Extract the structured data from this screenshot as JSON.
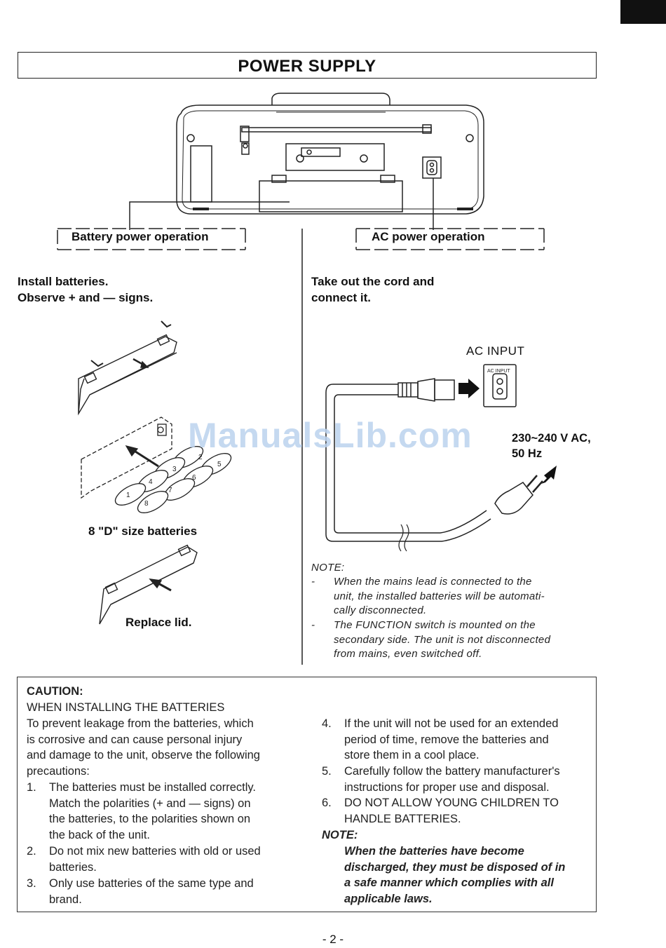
{
  "title": "POWER SUPPLY",
  "labels": {
    "battery": "Battery power operation",
    "ac": "AC power operation"
  },
  "left": {
    "heading_line1": "Install batteries.",
    "heading_line2": "Observe + and — signs.",
    "batteries_caption": "8 \"D\" size batteries",
    "replace_lid": "Replace lid."
  },
  "right": {
    "heading_line1": "Take out the cord and",
    "heading_line2": "connect it.",
    "ac_input": "AC INPUT",
    "ac_input_small": "AC INPUT",
    "voltage_line1": "230~240 V AC,",
    "voltage_line2": "50 Hz",
    "note_title": "NOTE:",
    "note1_lines": [
      "When the mains lead is connected to the",
      "unit, the installed batteries will be automati-",
      "cally disconnected."
    ],
    "note2_lines": [
      "The FUNCTION switch is mounted on the",
      "secondary side. The unit is not disconnected",
      "from mains, even switched off."
    ]
  },
  "battery_numbers": [
    "1",
    "2",
    "3",
    "4",
    "5",
    "6",
    "7",
    "8"
  ],
  "caution": {
    "title": "CAUTION:",
    "subtitle": "WHEN INSTALLING THE BATTERIES",
    "intro_lines": [
      "To prevent leakage from the batteries, which",
      "is corrosive and can cause personal injury",
      "and damage to the unit, observe the following",
      "precautions:"
    ],
    "items": [
      {
        "num": "1.",
        "lines": [
          "The batteries must be installed correctly.",
          "Match the polarities (+ and — signs) on",
          "the batteries, to the polarities shown on",
          "the back of the unit."
        ]
      },
      {
        "num": "2.",
        "lines": [
          "Do not mix new batteries with old or used",
          "batteries."
        ]
      },
      {
        "num": "3.",
        "lines": [
          "Only use batteries of the same type and",
          "brand."
        ]
      },
      {
        "num": "4.",
        "lines": [
          "If the unit will not be used for an extended",
          "period of time, remove the batteries and",
          "store them in a cool place."
        ]
      },
      {
        "num": "5.",
        "lines": [
          "Carefully follow the battery manufacturer's",
          "instructions for proper use and disposal."
        ]
      },
      {
        "num": "6.",
        "lines": [
          "DO NOT ALLOW YOUNG CHILDREN TO",
          "HANDLE BATTERIES."
        ]
      }
    ],
    "note_title": "NOTE:",
    "note_lines": [
      "When the batteries have become",
      "discharged, they must be disposed of in",
      "a safe manner which complies with all",
      "applicable laws."
    ]
  },
  "watermark": "ManualsLib.com",
  "page_number": "- 2 -"
}
